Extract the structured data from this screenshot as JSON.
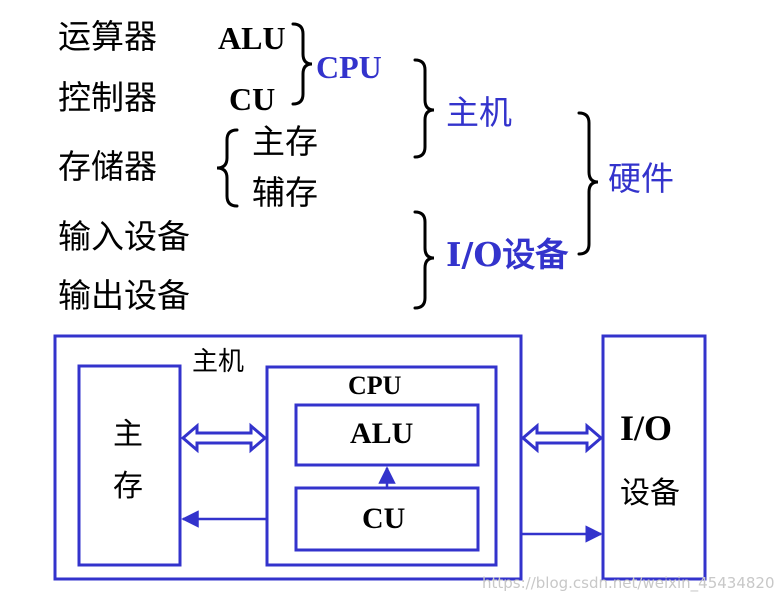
{
  "hierarchy": {
    "components": {
      "alu_cn": "运算器",
      "alu": "ALU",
      "cu_cn": "控制器",
      "cu": "CU",
      "memory": "存储器",
      "main_mem": "主存",
      "aux_mem": "辅存",
      "input": "输入设备",
      "output": "输出设备"
    },
    "groups": {
      "cpu": "CPU",
      "host": "主机",
      "io": "I/O设备",
      "hardware": "硬件"
    }
  },
  "block_diagram": {
    "host_label": "主机",
    "main_memory": [
      "主",
      "存"
    ],
    "cpu_label": "CPU",
    "alu_label": "ALU",
    "cu_label": "CU",
    "io_title": "I/O",
    "io_sub": "设备"
  },
  "watermark": "https://blog.csdn.net/weixin_45434820",
  "colors": {
    "accent": "#3333cc",
    "text": "#000000",
    "watermark": "#c8c8c8"
  }
}
